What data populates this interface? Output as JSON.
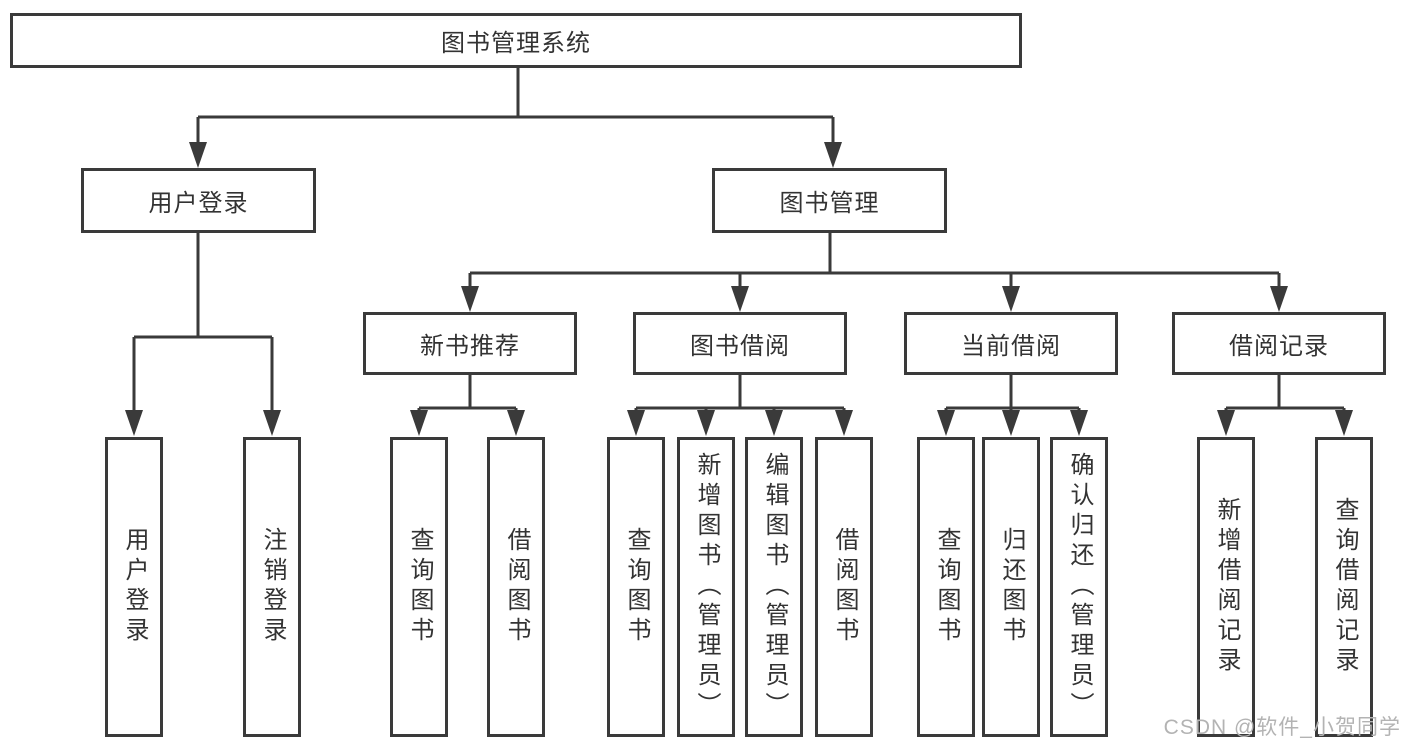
{
  "tree": {
    "root": {
      "label": "图书管理系统",
      "children": [
        {
          "label": "用户登录",
          "children": [
            {
              "label": "用户登录"
            },
            {
              "label": "注销登录"
            }
          ]
        },
        {
          "label": "图书管理",
          "children": [
            {
              "label": "新书推荐",
              "children": [
                {
                  "label": "查询图书"
                },
                {
                  "label": "借阅图书"
                }
              ]
            },
            {
              "label": "图书借阅",
              "children": [
                {
                  "label": "查询图书"
                },
                {
                  "label": "新增图书（管理员）"
                },
                {
                  "label": "编辑图书（管理员）"
                },
                {
                  "label": "借阅图书"
                }
              ]
            },
            {
              "label": "当前借阅",
              "children": [
                {
                  "label": "查询图书"
                },
                {
                  "label": "归还图书"
                },
                {
                  "label": "确认归还（管理员）"
                }
              ]
            },
            {
              "label": "借阅记录",
              "children": [
                {
                  "label": "新增借阅记录"
                },
                {
                  "label": "查询借阅记录"
                }
              ]
            }
          ]
        }
      ]
    }
  },
  "watermark": {
    "text": "CSDN @软件_小贺同学"
  },
  "colors": {
    "line": "#3a3a3a",
    "box_border": "#3a3a3a",
    "text": "#333333",
    "watermark": "#b3b3b3",
    "background": "#ffffff"
  }
}
